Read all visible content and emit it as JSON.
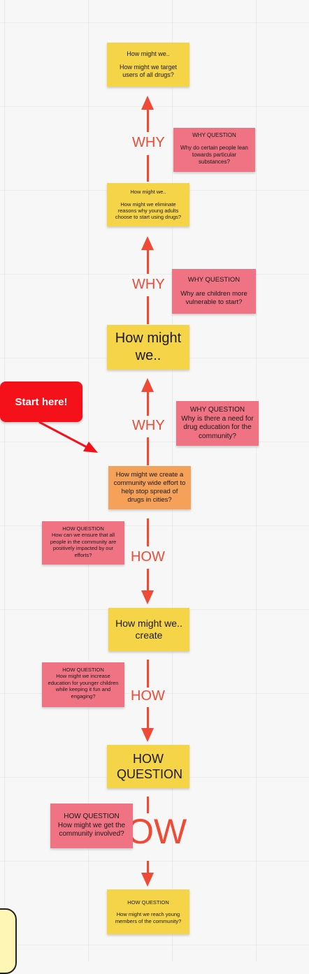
{
  "notes": {
    "n1_title": "How might we..",
    "n1_body": "How might we target users of all drugs?",
    "why_q1_title": "WHY QUESTION",
    "why_q1_body": "Why do certain people lean towards particular substances?",
    "n2_title": "How might we..",
    "n2_body": "How might we eliminate reasons why young adults choose to start using drugs?",
    "why_q2_title": "WHY QUESTION",
    "why_q2_body": "Why are children more vulnerable to start?",
    "n3_title": "How might we..",
    "why_q3_title": "WHY QUESTION",
    "why_q3_body": "Why is there a need for drug education for the community?",
    "start_label": "Start here!",
    "n4_body": "How might we create a community wide effort to help stop spread of drugs in cities?",
    "how_q1_title": "HOW QUESTION",
    "how_q1_body": "How can we ensure that all people in the community are positively impacted by our efforts?",
    "n5_body": "How might we.. create",
    "how_q2_title": "HOW QUESTION",
    "how_q2_body": "How might we increase education for younger children while keeping it fun and engaging?",
    "n6_body": "HOW QUESTION",
    "how_q3_title": "HOW QUESTION",
    "how_q3_body": "How might we get the community involved?",
    "n7_title": "HOW QUESTION",
    "n7_body": "How might we reach young members of the community?"
  },
  "labels": {
    "why1": "WHY",
    "why2": "WHY",
    "why3": "WHY",
    "how1": "HOW",
    "how2": "HOW",
    "how3": "HOW"
  },
  "colors": {
    "yellow": "#f6d448",
    "pink": "#f07384",
    "orange": "#f6a15a",
    "arrow": "#f04a36",
    "start": "#f4111a"
  }
}
